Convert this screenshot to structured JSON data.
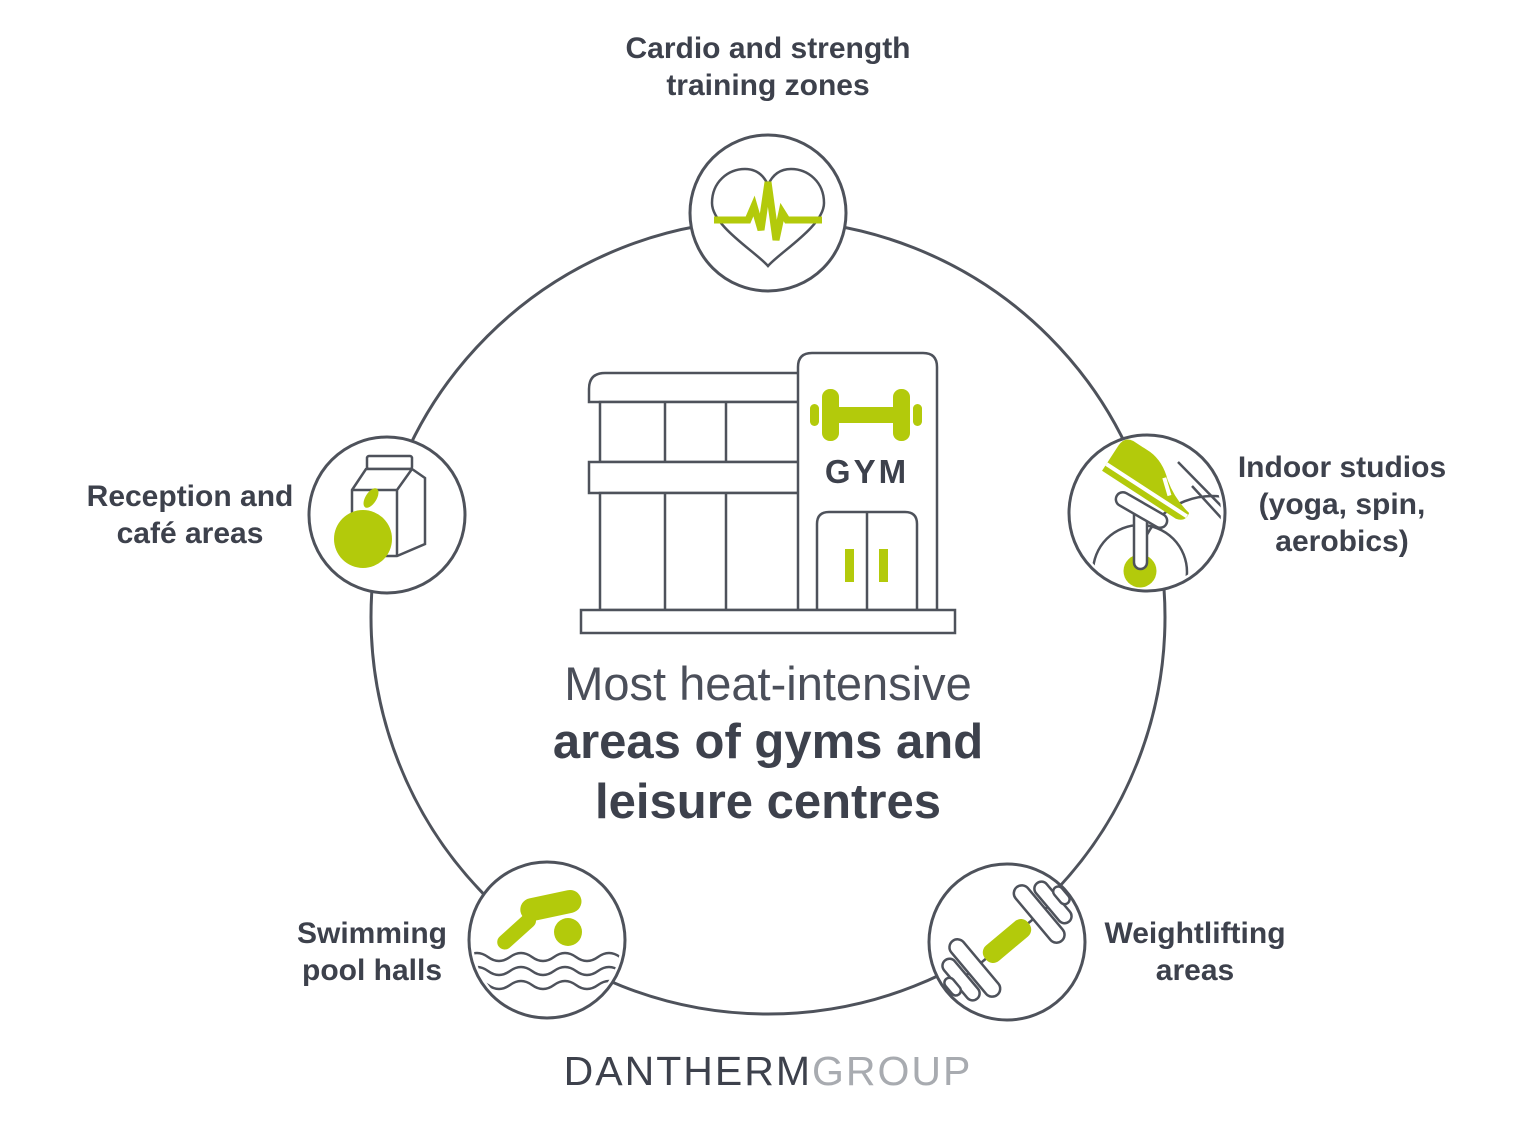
{
  "title": {
    "line1": "Most heat-intensive",
    "line2": "areas of gyms and",
    "line3": "leisure centres"
  },
  "center_building": {
    "sign": "GYM"
  },
  "nodes": [
    {
      "id": "cardio-strength",
      "icon": "heart-pulse-icon",
      "label_lines": [
        "Cardio and strength",
        "training zones"
      ]
    },
    {
      "id": "indoor-studios",
      "icon": "spin-bike-shoe-icon",
      "label_lines": [
        "Indoor studios",
        "(yoga, spin,",
        "aerobics)"
      ]
    },
    {
      "id": "weightlifting",
      "icon": "dumbbell-icon",
      "label_lines": [
        "Weightlifting",
        "areas"
      ]
    },
    {
      "id": "swimming-pools",
      "icon": "swimmer-icon",
      "label_lines": [
        "Swimming",
        "pool halls"
      ]
    },
    {
      "id": "reception-cafe",
      "icon": "milk-carton-apple-icon",
      "label_lines": [
        "Reception and",
        "café areas"
      ]
    }
  ],
  "logo": {
    "primary": "DANTHERM",
    "secondary": "GROUP"
  },
  "colors": {
    "accent_green": "#b3ca0b",
    "dark_text": "#3d414c",
    "title_light": "#4b4f5a",
    "outline_gray": "#4e525b",
    "logo_gray": "#a8abb0",
    "background": "#ffffff"
  }
}
